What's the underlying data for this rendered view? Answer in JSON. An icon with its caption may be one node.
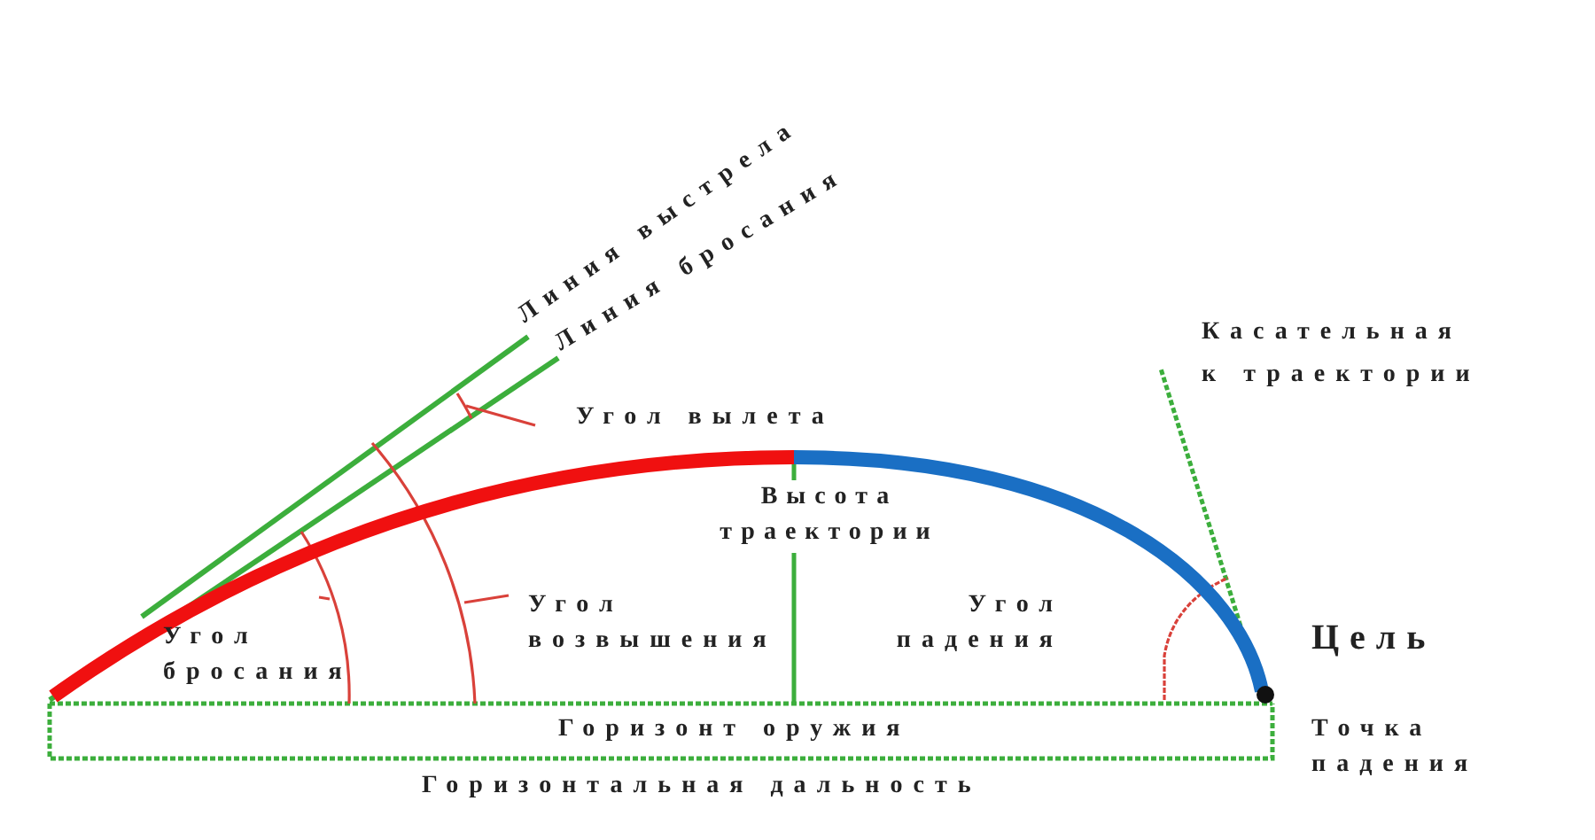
{
  "diagram": {
    "labels": [
      "Линия выстрела",
      "Линия бросания",
      "Касательная",
      "к траектории",
      "Угол вылета",
      "Высота траектории",
      "Угол бросания",
      "Угол возвышения",
      "Угол падения",
      "Цель",
      "Горизонт оружия",
      "Точка падения",
      "Горизонтальная дальность"
    ]
  }
}
